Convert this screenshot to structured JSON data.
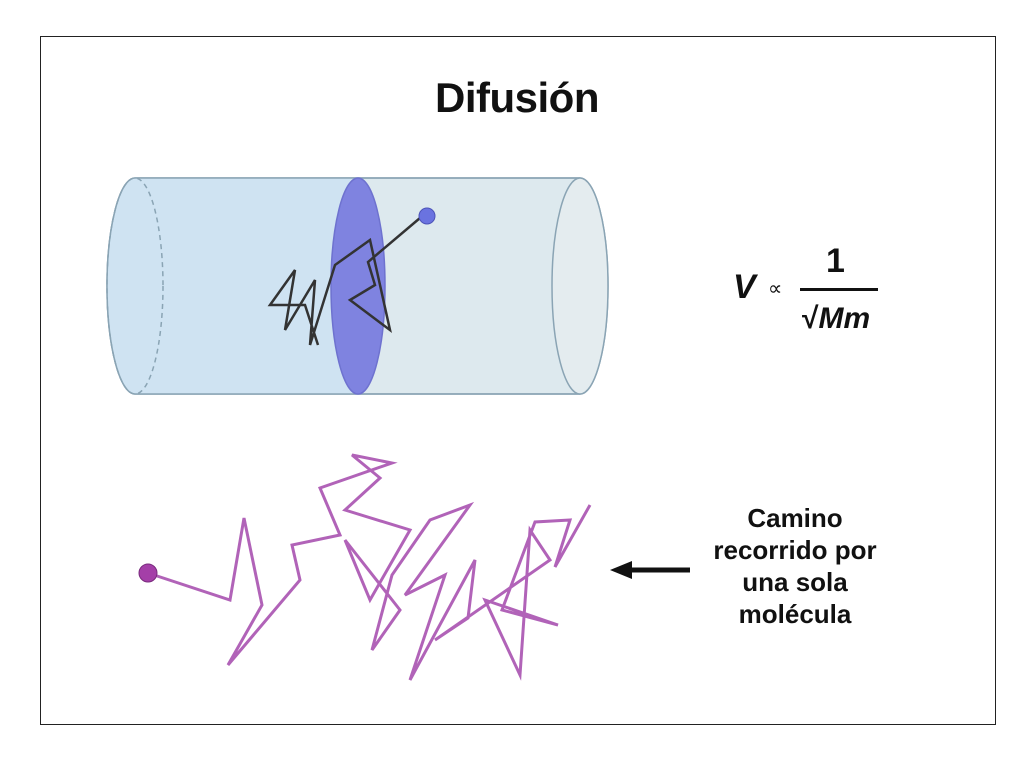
{
  "title": "Difusión",
  "formula": {
    "lhs": "V",
    "relation": "∝",
    "numerator": "1",
    "radical": "√",
    "denominator": "Mm"
  },
  "caption": {
    "line1": "Camino",
    "line2": "recorrido por",
    "line3": "una sola",
    "line4": "molécula"
  },
  "colors": {
    "tube_fill": "#d8e6ee",
    "tube_left_fill": "#cfe2f1",
    "membrane": "#7f83e0",
    "particle_blue": "#6a73e0",
    "path_purple": "#b163b8",
    "particle_purple": "#a43fa8",
    "ink": "#222222"
  },
  "icons": {
    "arrow": "left-arrow-icon"
  }
}
